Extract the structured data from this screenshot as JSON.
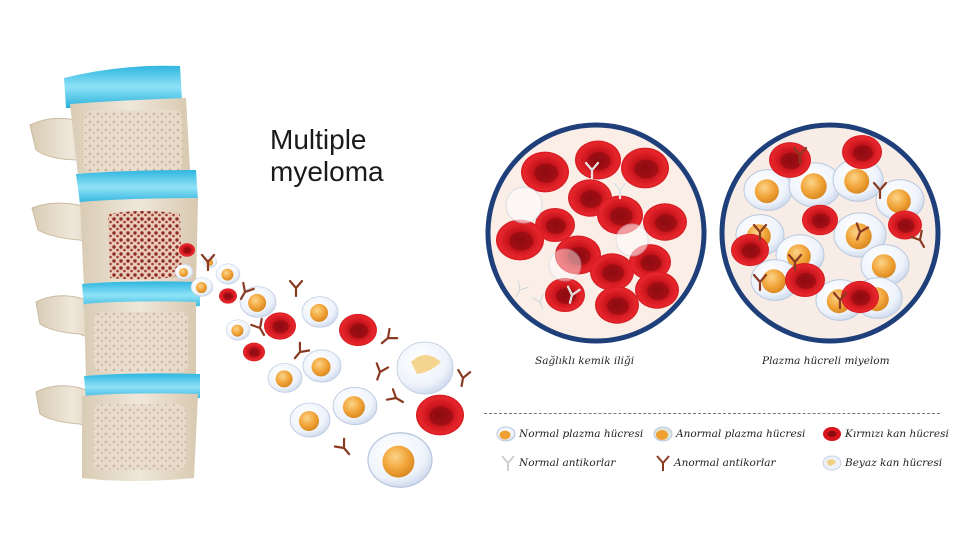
{
  "title": {
    "line1": "Multiple",
    "line2": "myeloma"
  },
  "circles": [
    {
      "label": "Sağlıklı kemik iliği",
      "kind": "healthy"
    },
    {
      "label": "Plazma hücreli miyelom",
      "kind": "myeloma"
    }
  ],
  "legend": {
    "items": [
      {
        "icon": "normal-plasma-cell-icon",
        "label": "Normal plazma hücresi"
      },
      {
        "icon": "abnormal-plasma-cell-icon",
        "label": "Anormal plazma hücresi"
      },
      {
        "icon": "red-blood-cell-icon",
        "label": "Kırmızı kan hücresi"
      },
      {
        "icon": "normal-antibody-icon",
        "label": "Normal antikorlar"
      },
      {
        "icon": "abnormal-antibody-icon",
        "label": "Anormal antikorlar"
      },
      {
        "icon": "white-blood-cell-icon",
        "label": "Beyaz kan hücresi"
      }
    ]
  },
  "colors": {
    "disc": "#4fc8e8",
    "bone": "#e6dccb",
    "marrow_bg": "#fbeee6",
    "circle_border": "#1e3f7a",
    "rbc": "#d8141c",
    "plasma_nucleus": "#f0a030",
    "antibody_abnormal": "#8a3a22",
    "antibody_normal": "#d0d0d0"
  }
}
